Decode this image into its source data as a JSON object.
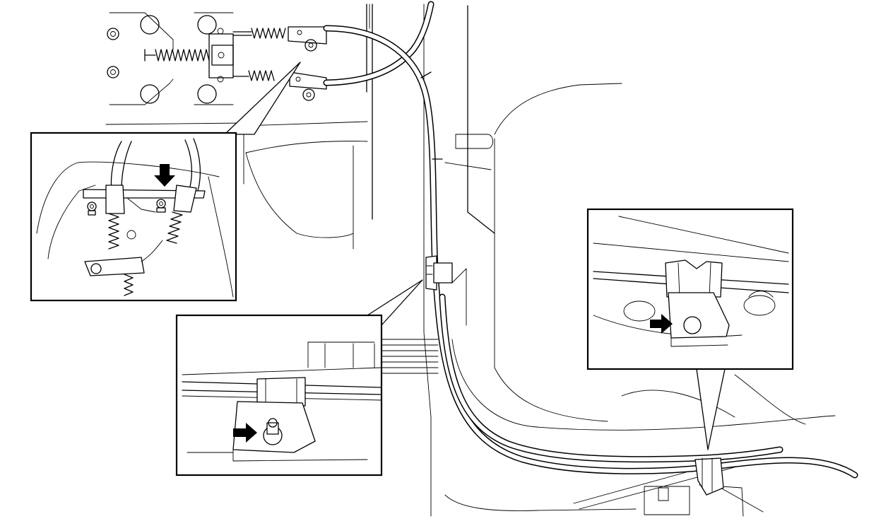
{
  "figure": {
    "kind": "parking-brake-cable-routing-illustration",
    "text_labels": [],
    "icons": [
      "arrow-icon",
      "arrow-icon",
      "arrow-icon"
    ]
  },
  "callouts": [
    {
      "id": "cable-equalizer-detail",
      "arrow_count": 1
    },
    {
      "id": "floor-bracket-bolt-detail",
      "arrow_count": 1
    },
    {
      "id": "rear-clamp-bolt-detail",
      "arrow_count": 1
    }
  ]
}
